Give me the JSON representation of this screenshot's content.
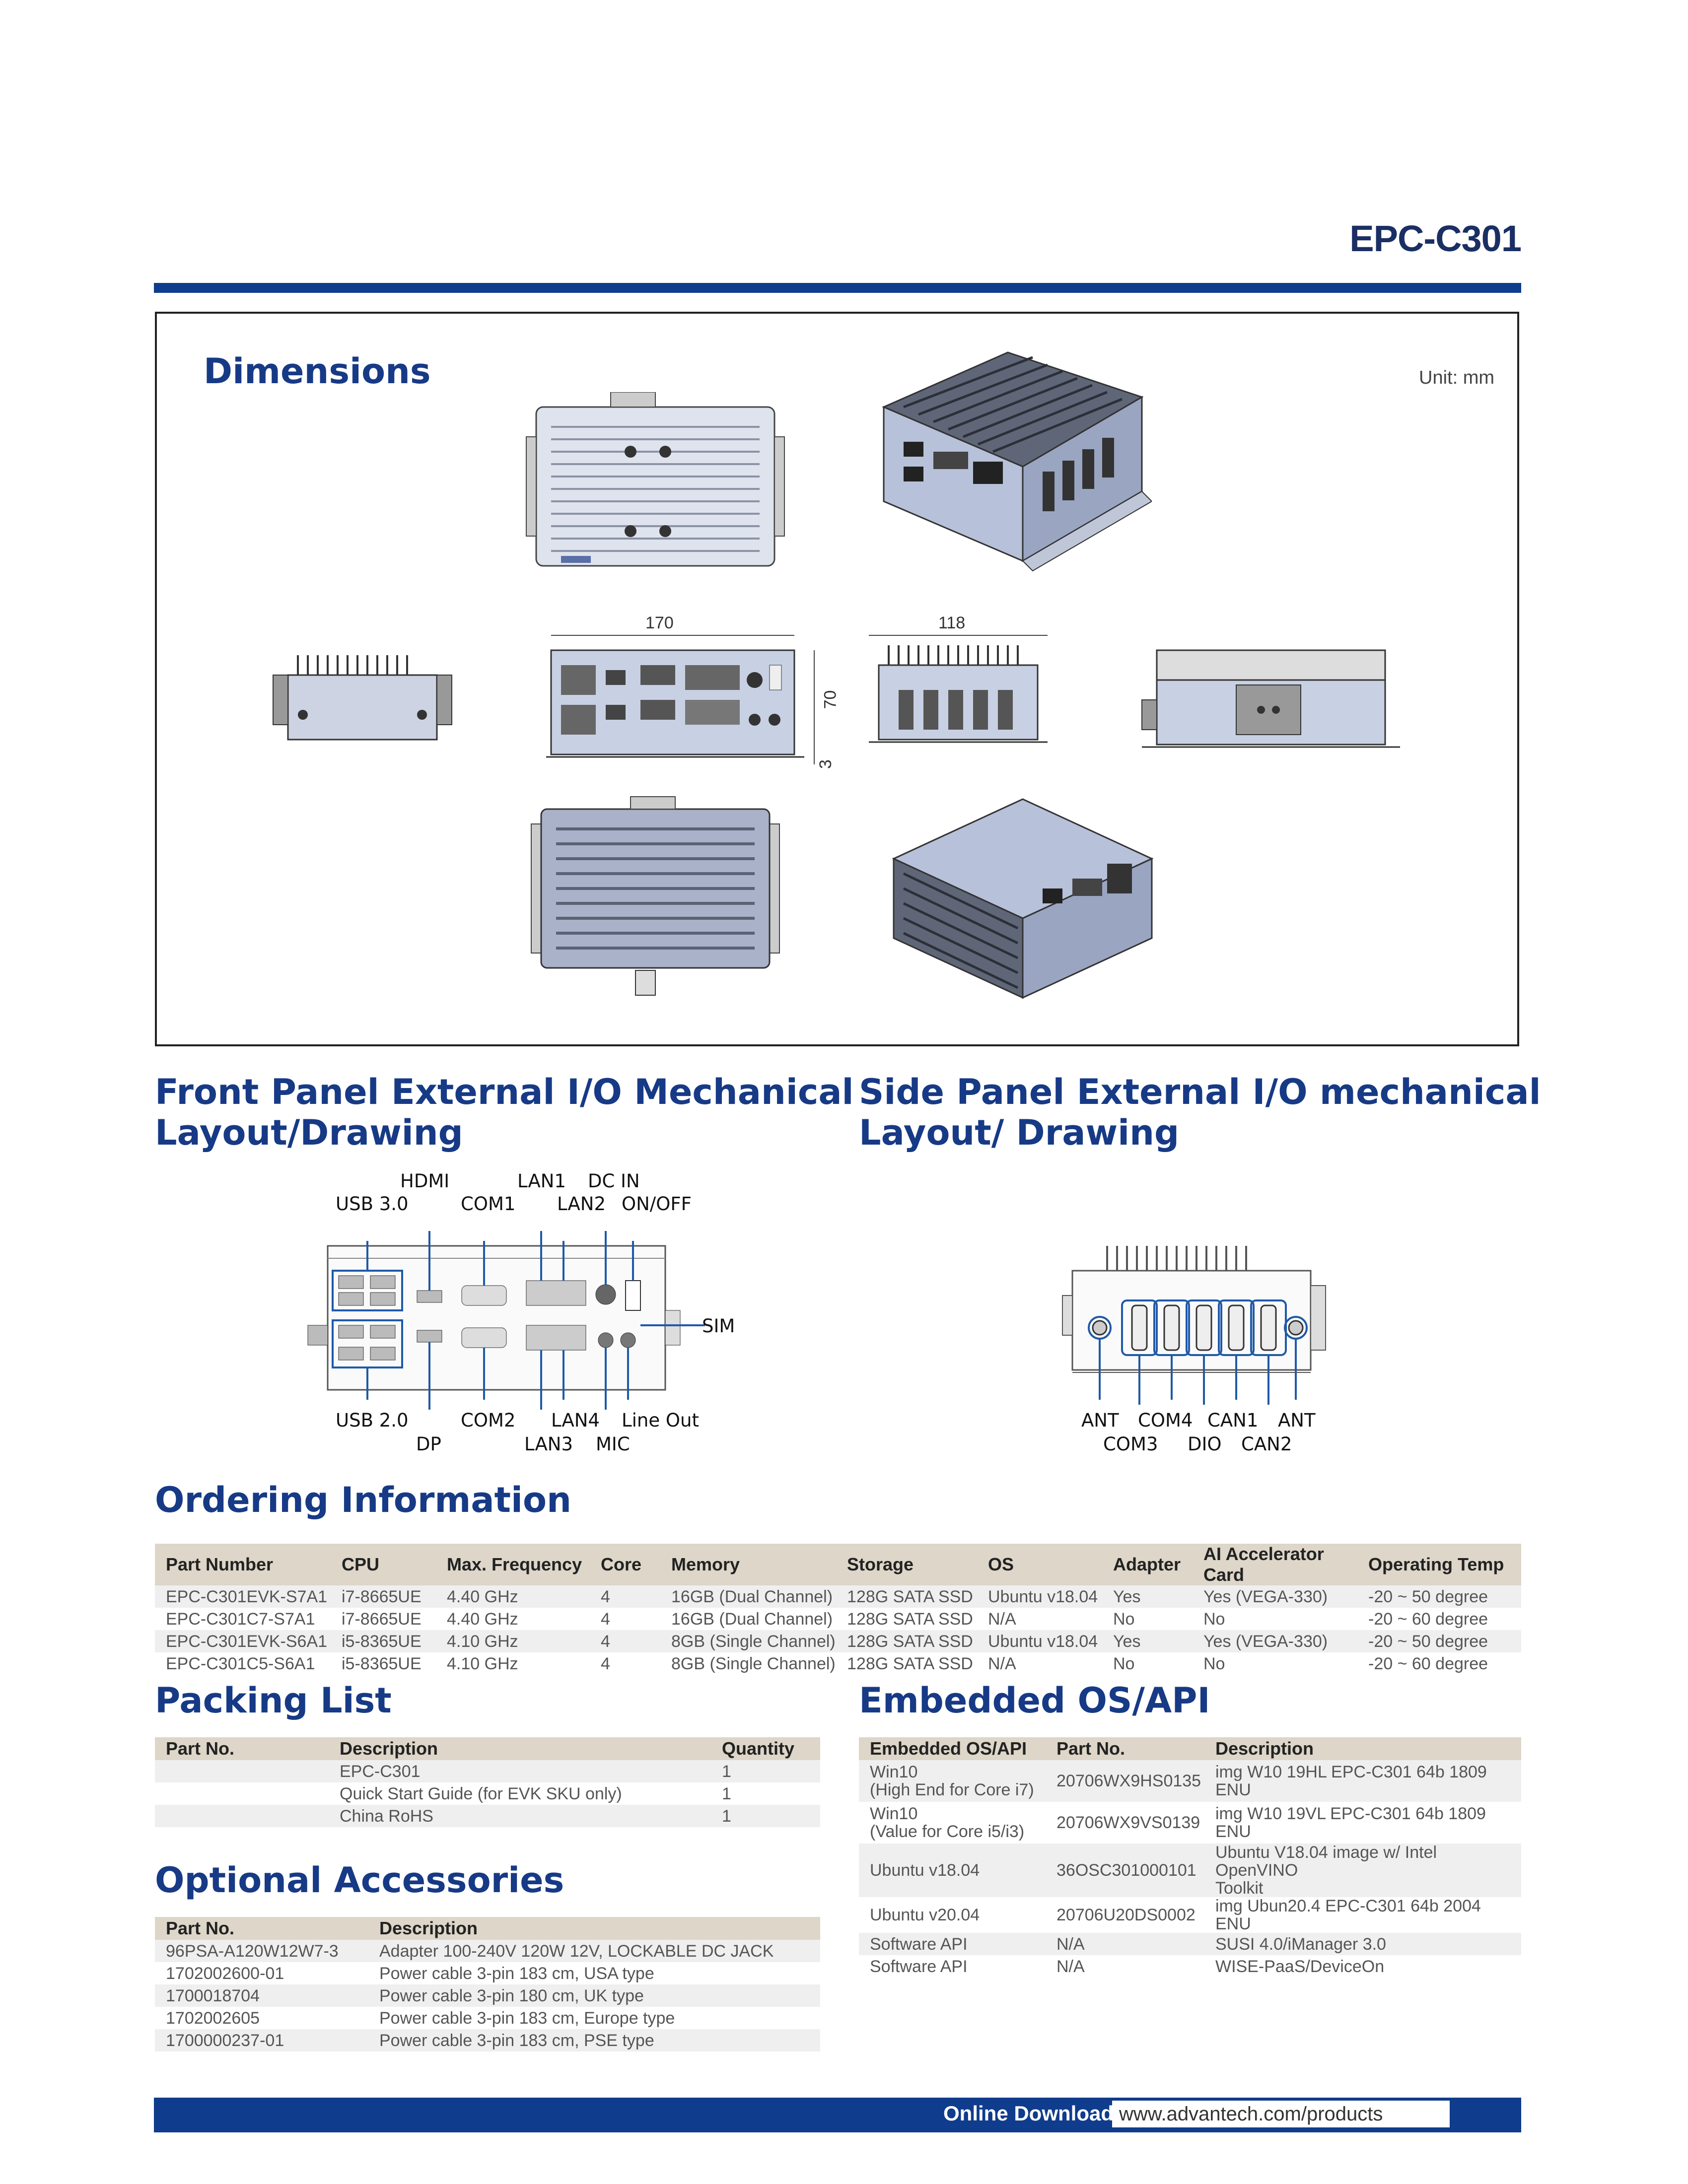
{
  "header": {
    "model": "EPC-C301"
  },
  "dimensions": {
    "heading": "Dimensions",
    "unit": "Unit: mm",
    "width": "170",
    "depth": "118",
    "height": "70",
    "foot": "3"
  },
  "front_panel": {
    "heading_line1": "Front Panel External I/O Mechanical",
    "heading_line2": "Layout/Drawing",
    "labels": {
      "hdmi": "HDMI",
      "usb30": "USB 3.0",
      "com1": "COM1",
      "lan1": "LAN1",
      "lan2": "LAN2",
      "dcin": "DC IN",
      "onoff": "ON/OFF",
      "sim": "SIM",
      "usb20": "USB 2.0",
      "dp": "DP",
      "com2": "COM2",
      "lan3": "LAN3",
      "lan4": "LAN4",
      "mic": "MIC",
      "lineout": "Line Out"
    }
  },
  "side_panel": {
    "heading_line1": "Side Panel External I/O mechanical",
    "heading_line2": "Layout/ Drawing",
    "labels": {
      "ant_left": "ANT",
      "com3": "COM3",
      "com4": "COM4",
      "dio": "DIO",
      "can1": "CAN1",
      "can2": "CAN2",
      "ant_right": "ANT"
    }
  },
  "ordering": {
    "heading": "Ordering Information",
    "columns": [
      "Part Number",
      "CPU",
      "Max. Frequency",
      "Core",
      "Memory",
      "Storage",
      "OS",
      "Adapter",
      "AI Accelerator Card",
      "Operating Temp"
    ],
    "rows": [
      [
        "EPC-C301EVK-S7A1",
        "i7-8665UE",
        "4.40 GHz",
        "4",
        "16GB (Dual Channel)",
        "128G SATA SSD",
        "Ubuntu v18.04",
        "Yes",
        "Yes (VEGA-330)",
        "-20 ~ 50 degree"
      ],
      [
        "EPC-C301C7-S7A1",
        "i7-8665UE",
        "4.40 GHz",
        "4",
        "16GB (Dual Channel)",
        "128G SATA SSD",
        "N/A",
        "No",
        "No",
        "-20 ~ 60 degree"
      ],
      [
        "EPC-C301EVK-S6A1",
        "i5-8365UE",
        "4.10 GHz",
        "4",
        "8GB (Single Channel)",
        "128G SATA SSD",
        "Ubuntu v18.04",
        "Yes",
        "Yes (VEGA-330)",
        "-20 ~ 50 degree"
      ],
      [
        "EPC-C301C5-S6A1",
        "i5-8365UE",
        "4.10 GHz",
        "4",
        "8GB (Single Channel)",
        "128G SATA SSD",
        "N/A",
        "No",
        "No",
        "-20 ~ 60 degree"
      ]
    ]
  },
  "packing": {
    "heading": "Packing List",
    "columns": [
      "Part No.",
      "Description",
      "Quantity"
    ],
    "rows": [
      [
        "",
        "EPC-C301",
        "1"
      ],
      [
        "",
        "Quick Start Guide (for EVK SKU only)",
        "1"
      ],
      [
        "",
        "China RoHS",
        "1"
      ]
    ]
  },
  "accessories": {
    "heading": "Optional Accessories",
    "columns": [
      "Part No.",
      "Description"
    ],
    "rows": [
      [
        "96PSA-A120W12W7-3",
        "Adapter 100-240V 120W 12V, LOCKABLE DC JACK"
      ],
      [
        "1702002600-01",
        "Power cable 3-pin 183 cm, USA type"
      ],
      [
        "1700018704",
        "Power cable 3-pin 180 cm, UK type"
      ],
      [
        "1702002605",
        "Power cable 3-pin 183 cm, Europe type"
      ],
      [
        "1700000237-01",
        "Power cable 3-pin 183 cm, PSE type"
      ]
    ]
  },
  "os_api": {
    "heading": "Embedded OS/API",
    "columns": [
      "Embedded OS/API",
      "Part No.",
      "Description"
    ],
    "rows": [
      [
        "Win10\n(High End for Core i7)",
        "20706WX9HS0135",
        "img W10 19HL EPC-C301 64b 1809 ENU"
      ],
      [
        "Win10\n(Value for Core i5/i3)",
        "20706WX9VS0139",
        "img W10 19VL EPC-C301 64b 1809 ENU"
      ],
      [
        "Ubuntu v18.04",
        "36OSC301000101",
        "Ubuntu V18.04 image w/ Intel OpenVINO\nToolkit"
      ],
      [
        "Ubuntu v20.04",
        "20706U20DS0002",
        "img Ubun20.4 EPC-C301 64b 2004 ENU"
      ],
      [
        "Software API",
        "N/A",
        "SUSI 4.0/iManager 3.0"
      ],
      [
        "Software API",
        "N/A",
        "WISE-PaaS/DeviceOn"
      ]
    ]
  },
  "footer": {
    "label": "Online Download",
    "url": "www.advantech.com/products"
  },
  "colors": {
    "brand_blue": "#0f3c8c",
    "heading_blue": "#173a86",
    "table_header": "#ddd6c9",
    "row_alt": "#efefef",
    "device_body": "#b7c1d9"
  }
}
